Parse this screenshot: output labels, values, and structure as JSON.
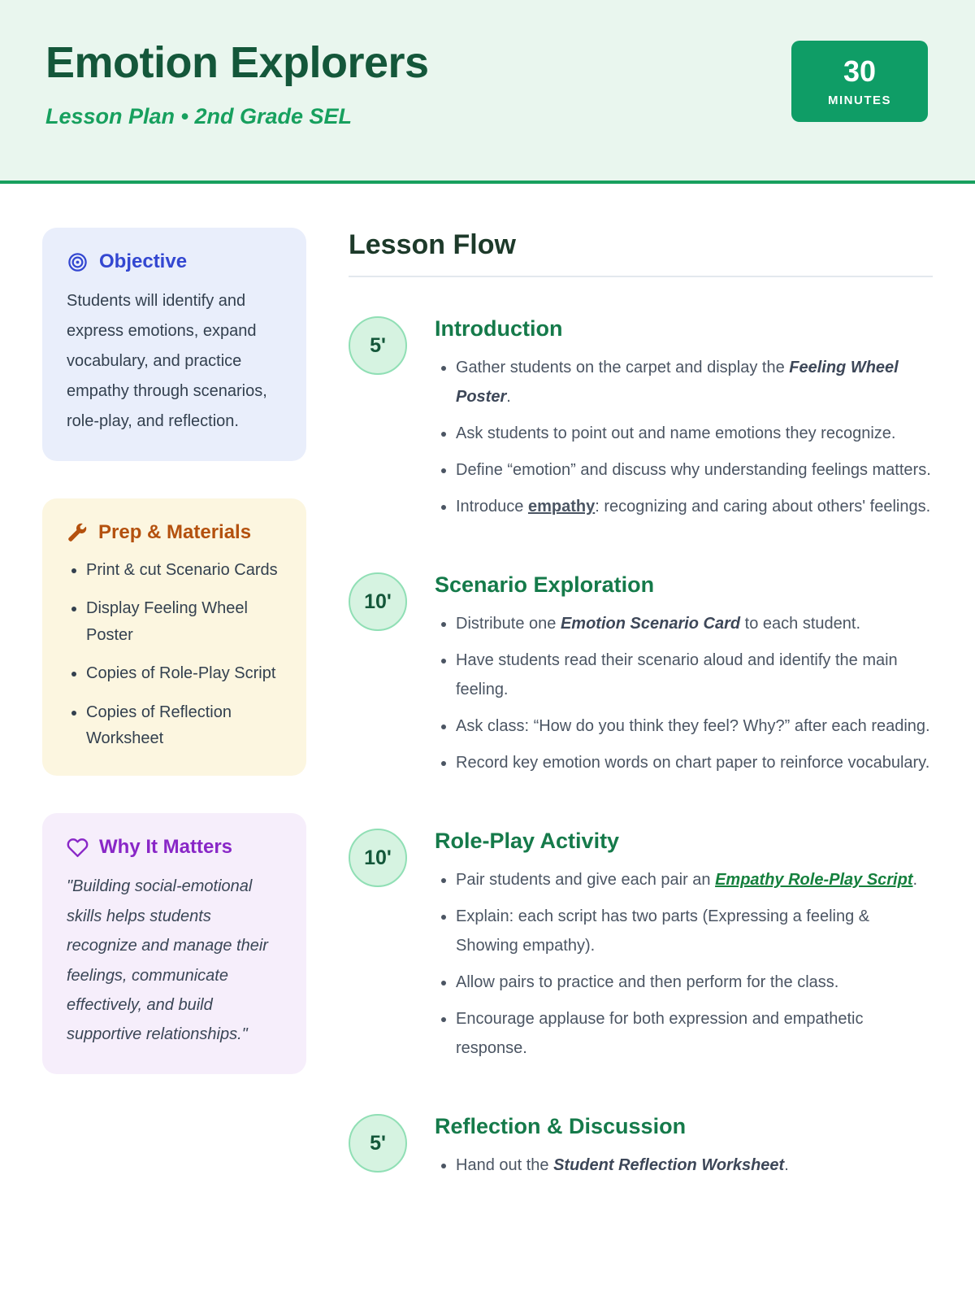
{
  "colors": {
    "header_bg": "#e9f6ee",
    "accent_green": "#17a05e",
    "title_green": "#14573a",
    "badge_green": "#0f9d66",
    "objective_blue": "#3347d1",
    "prep_orange": "#b4510e",
    "why_purple": "#8927c7",
    "section_green": "#157a4a"
  },
  "header": {
    "title": "Emotion Explorers",
    "subtitle": "Lesson Plan • 2nd Grade SEL",
    "badge": {
      "value": "30",
      "unit": "MINUTES"
    }
  },
  "sidebar": {
    "objective": {
      "title": "Objective",
      "icon": "target-icon",
      "text": "Students will identify and express emotions, expand vocabulary, and practice empathy through scenarios, role-play, and reflection."
    },
    "prep": {
      "title": "Prep & Materials",
      "icon": "wrench-icon",
      "items": [
        "Print & cut Scenario Cards",
        "Display Feeling Wheel Poster",
        "Copies of Role-Play Script",
        "Copies of Reflection Worksheet"
      ]
    },
    "why": {
      "title": "Why It Matters",
      "icon": "heart-icon",
      "quote": "\"Building social-emotional skills helps students recognize and manage their feelings, communicate effectively, and build supportive relationships.\""
    }
  },
  "main": {
    "heading": "Lesson Flow",
    "sections": [
      {
        "duration": "5'",
        "title": "Introduction",
        "bullets": [
          [
            {
              "t": "Gather students on the carpet and display the "
            },
            {
              "t": "Feeling Wheel Poster",
              "s": "bi"
            },
            {
              "t": "."
            }
          ],
          [
            {
              "t": "Ask students to point out and name emotions they recognize."
            }
          ],
          [
            {
              "t": "Define “emotion” and discuss why understanding feelings matters."
            }
          ],
          [
            {
              "t": "Introduce "
            },
            {
              "t": "empathy",
              "s": "u"
            },
            {
              "t": ": recognizing and caring about others' feelings."
            }
          ]
        ]
      },
      {
        "duration": "10'",
        "title": "Scenario Exploration",
        "bullets": [
          [
            {
              "t": "Distribute one "
            },
            {
              "t": "Emotion Scenario Card",
              "s": "bi"
            },
            {
              "t": " to each student."
            }
          ],
          [
            {
              "t": "Have students read their scenario aloud and identify the main feeling."
            }
          ],
          [
            {
              "t": "Ask class: “How do you think they feel? Why?” after each reading."
            }
          ],
          [
            {
              "t": "Record key emotion words on chart paper to reinforce vocabulary."
            }
          ]
        ]
      },
      {
        "duration": "10'",
        "title": "Role-Play Activity",
        "bullets": [
          [
            {
              "t": "Pair students and give each pair an "
            },
            {
              "t": "Empathy Role-Play Script",
              "s": "link"
            },
            {
              "t": "."
            }
          ],
          [
            {
              "t": "Explain: each script has two parts (Expressing a feeling & Showing empathy)."
            }
          ],
          [
            {
              "t": "Allow pairs to practice and then perform for the class."
            }
          ],
          [
            {
              "t": "Encourage applause for both expression and empathetic response."
            }
          ]
        ]
      },
      {
        "duration": "5'",
        "title": "Reflection & Discussion",
        "bullets": [
          [
            {
              "t": "Hand out the "
            },
            {
              "t": "Student Reflection Worksheet",
              "s": "bi"
            },
            {
              "t": "."
            }
          ]
        ]
      }
    ]
  }
}
